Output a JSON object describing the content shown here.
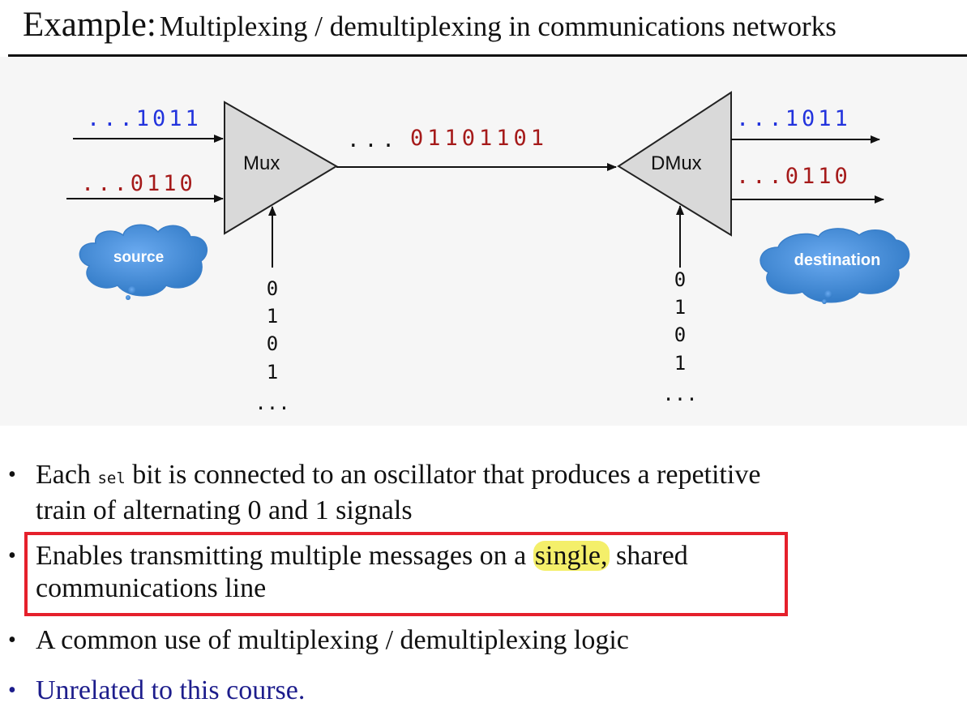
{
  "title": {
    "lead": "Example:",
    "rest": "Multiplexing / demultiplexing in communications networks"
  },
  "diagram": {
    "input_bits_top": "...1011",
    "input_bits_bottom": "...0110",
    "mux_label": "Mux",
    "dmux_label": "DMux",
    "line_prefix": "...",
    "line_bits": "01101101",
    "output_bits_top": "...1011",
    "output_bits_bottom": "...0110",
    "source_label": "source",
    "destination_label": "destination",
    "sel_mux": [
      "0",
      "1",
      "0",
      "1",
      "..."
    ],
    "sel_dmux": [
      "0",
      "1",
      "0",
      "1",
      "..."
    ],
    "colors": {
      "blue_bits": "#2233dd",
      "red_bits": "#a51a1a",
      "cloud": "#4a8fd6",
      "triangle_fill": "#d9d9d9"
    }
  },
  "bullets": {
    "b1_before": "Each ",
    "b1_code": "sel",
    "b1_after": " bit is connected to an oscillator that produces a repetitive",
    "b1_line2": "train of alternating 0 and 1 signals",
    "b2_before": "Enables transmitting multiple messages on a ",
    "b2_highlight": "single,",
    "b2_after": " shared",
    "b2_line2": "communications line",
    "b3": "A common use of multiplexing / demultiplexing logic",
    "b4": "Unrelated to this course."
  }
}
